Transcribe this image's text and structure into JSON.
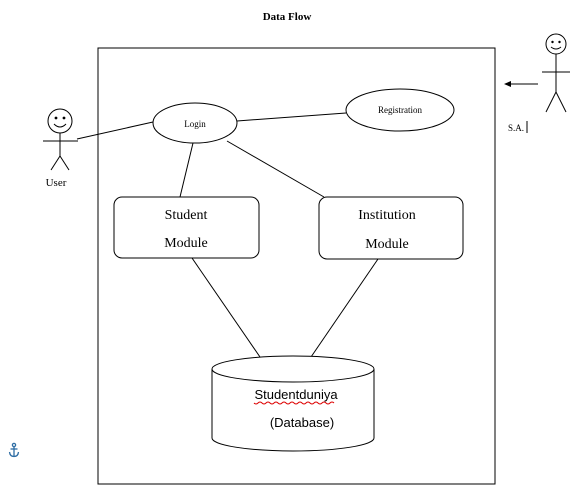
{
  "title": "Data Flow",
  "actors": {
    "user": {
      "label": "User"
    },
    "sa": {
      "label": "S.A."
    }
  },
  "nodes": {
    "login": "Login",
    "registration": "Registration",
    "student_module": {
      "line1": "Student",
      "line2": "Module"
    },
    "institution_module": {
      "line1": "Institution",
      "line2": "Module"
    },
    "database": {
      "line1": "Studentduniya",
      "line2": "(Database)"
    }
  },
  "icons": {
    "anchor": "anchor-icon",
    "actor": "stick-figure-icon",
    "smiley": "smiley-face-icon"
  },
  "colors": {
    "spellcheck_underline": "#dd0000",
    "anchor": "#2e6da4"
  }
}
